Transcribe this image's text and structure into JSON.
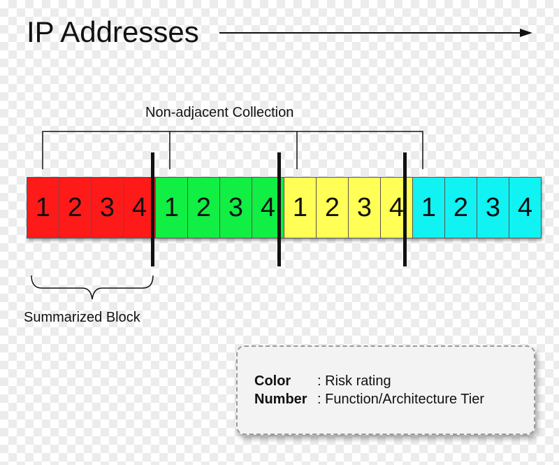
{
  "title": "IP Addresses",
  "labels": {
    "non_adjacent": "Non-adjacent Collection",
    "summarized": "Summarized Block"
  },
  "blocks": [
    {
      "color": "#ff1a1a",
      "cells": [
        "1",
        "2",
        "3",
        "4"
      ]
    },
    {
      "color": "#11ee44",
      "cells": [
        "1",
        "2",
        "3",
        "4"
      ]
    },
    {
      "color": "#ffff55",
      "cells": [
        "1",
        "2",
        "3",
        "4"
      ]
    },
    {
      "color": "#11f2f2",
      "cells": [
        "1",
        "2",
        "3",
        "4"
      ]
    }
  ],
  "legend": {
    "rows": [
      {
        "key": "Color",
        "sep": ":",
        "value": "Risk rating"
      },
      {
        "key": "Number",
        "sep": ":",
        "value": "Function/Architecture Tier"
      }
    ]
  }
}
